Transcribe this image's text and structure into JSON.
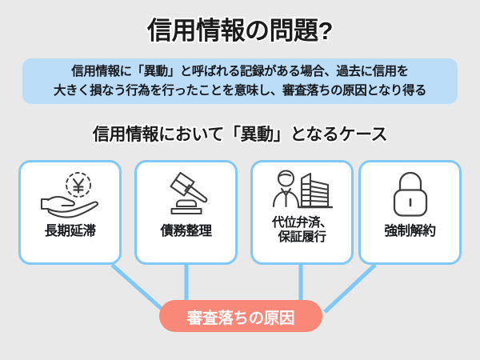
{
  "background_color": "#e9e9e9",
  "header": {
    "title": "信用情報の問題?"
  },
  "infobox": {
    "background_color": "#bbddf7",
    "line1": "信用情報に「異動」と呼ばれる記録がある場合、過去に信用を",
    "line2": "大きく損なう行為を行ったことを意味し、審査落ちの原因となり得る"
  },
  "subtitle": {
    "text": "信用情報において「異動」となるケース"
  },
  "cards": {
    "border_color": "#7fc8f8",
    "items": [
      {
        "icon": "hand-holding-yen-coin-icon",
        "label": "長期延滞",
        "label_line2": ""
      },
      {
        "icon": "gavel-icon",
        "label": "債務整理",
        "label_line2": ""
      },
      {
        "icon": "businessperson-building-icon",
        "label": "代位弁済、",
        "label_line2": "保証履行"
      },
      {
        "icon": "padlock-icon",
        "label": "強制解約",
        "label_line2": ""
      }
    ]
  },
  "result": {
    "label": "審査落ちの原因",
    "background_color": "#fa8878",
    "text_color": "#ffffff"
  },
  "connectors": {
    "color": "#7fc8f8"
  }
}
